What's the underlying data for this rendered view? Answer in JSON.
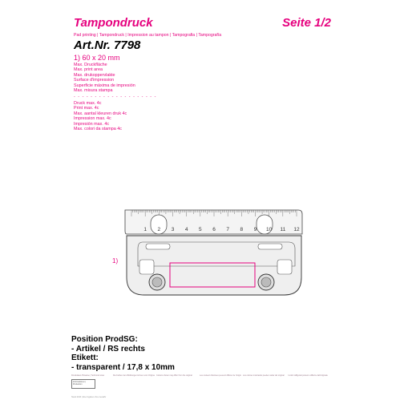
{
  "header": {
    "title": "Tampondruck",
    "page": "Seite 1/2",
    "subtitle": "Pad printing | Tampondruck | Impression au tampon | Tampografia | Tampografía",
    "artnr": "Art.Nr. 7798"
  },
  "print_area": {
    "size": "1) 60 x 20 mm",
    "labels": [
      "Max. Druckfläche",
      "Max. print area",
      "Max. drukoppervlakte",
      "Surface d'impression",
      "Superficie máxima de impresión",
      "Max. misura stampa"
    ],
    "separator": "- - - - - - - - - - - - - - - - - - - -",
    "colors": [
      "Druck max. 4c",
      "Print max. 4c",
      "Max. aantal kleuren druk 4c",
      "Impression max. 4c",
      "Impresión max. 4c",
      "Max. colori da stampa 4c"
    ]
  },
  "drawing": {
    "marker": "1)",
    "ruler_numbers": [
      "1",
      "2",
      "3",
      "4",
      "5",
      "6",
      "7",
      "8",
      "9",
      "10",
      "11",
      "12"
    ],
    "accent_color": "#e6007e"
  },
  "position": {
    "line1": "Position ProdSG:",
    "line2": "- Artikel / RS rechts",
    "line3": "Etikett:",
    "line4": "- transparent / 17,8 x 10mm"
  },
  "footer": {
    "columns": [
      "Druckdaten-Hinweise | Technical notes",
      "Die Farben der Abbildungen können vom Original abweichen",
      "Colours shown may differ from the original",
      "Les couleurs illustrées peuvent différer de l'original",
      "Los colores mostrados pueden variar del original",
      "I colori raffigurati possono differire dall'originale"
    ],
    "note": "Informationen | Production",
    "bottom": "Stand 2023 | Alle Angaben ohne Gewähr"
  }
}
